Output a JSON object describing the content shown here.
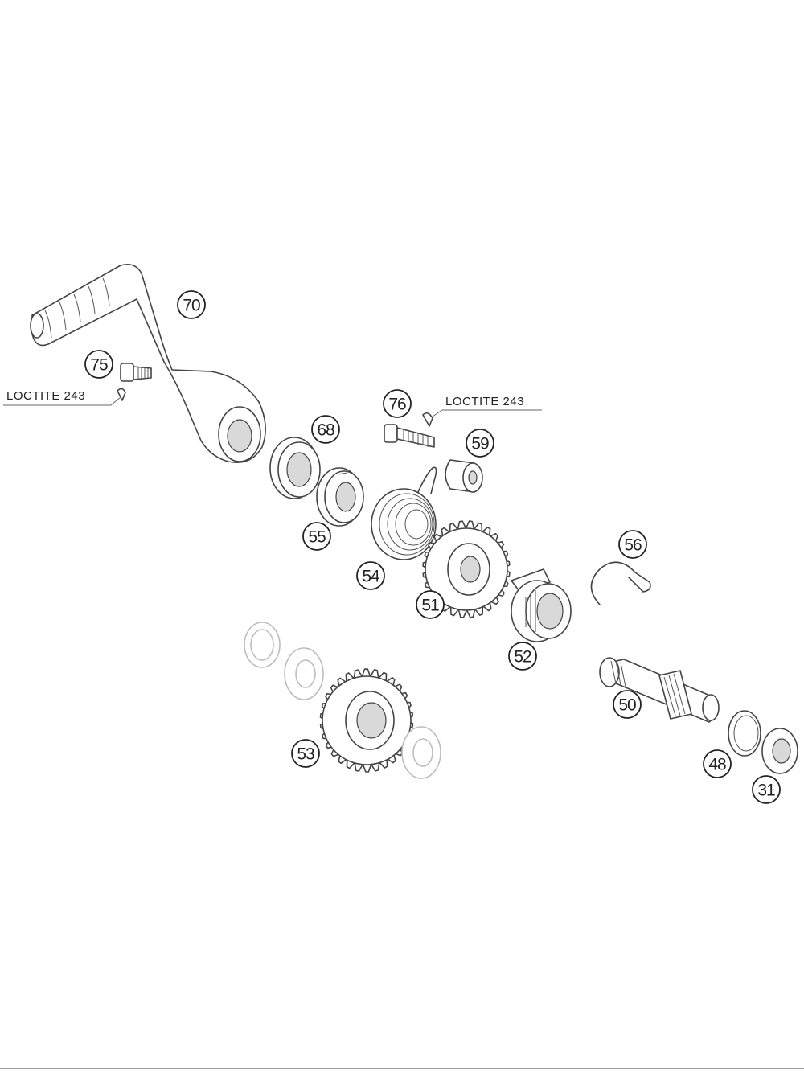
{
  "notes": {
    "left": "LOCTITE 243",
    "right": "LOCTITE 243"
  },
  "callouts": {
    "p70": "70",
    "p75": "75",
    "p76": "76",
    "p68": "68",
    "p59": "59",
    "p55": "55",
    "p54": "54",
    "p51": "51",
    "p56": "56",
    "p52": "52",
    "p50": "50",
    "p53": "53",
    "p48": "48",
    "p31": "31"
  }
}
